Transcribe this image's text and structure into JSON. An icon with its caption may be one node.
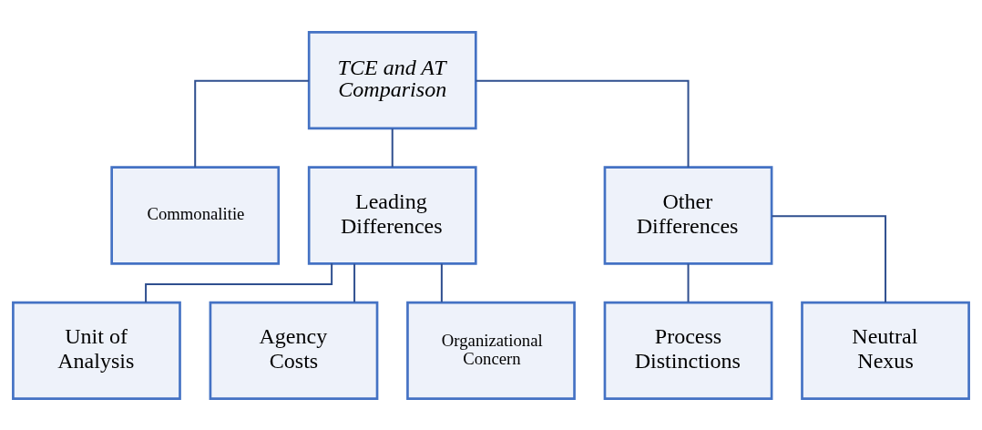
{
  "diagram": {
    "nodes": [
      {
        "text": [
          "TCE and AT Comparison"
        ]
      },
      {
        "text": [
          "Commonalitie"
        ]
      },
      {
        "text": [
          "Leading Differences"
        ]
      },
      {
        "text": [
          "Other Differences"
        ]
      },
      {
        "text": [
          "Unit of Analysis"
        ]
      },
      {
        "text": [
          "Agency Costs"
        ]
      },
      {
        "text": [
          "Organizational Concern"
        ]
      },
      {
        "text": [
          "Process Distinctions"
        ]
      },
      {
        "text": [
          "Neutral Nexus"
        ]
      }
    ],
    "edges": [
      {
        "from": 0,
        "to": 1,
        "arrow": "none"
      },
      {
        "from": 0,
        "to": 2,
        "arrow": "none"
      },
      {
        "from": 0,
        "to": 3,
        "arrow": "none"
      },
      {
        "from": 2,
        "to": 4,
        "arrow": "none"
      },
      {
        "from": 2,
        "to": 5,
        "arrow": "none"
      },
      {
        "from": 2,
        "to": 6,
        "arrow": "none"
      },
      {
        "from": 3,
        "to": 7,
        "arrow": "none"
      },
      {
        "from": 3,
        "to": 8,
        "arrow": "none"
      }
    ]
  }
}
